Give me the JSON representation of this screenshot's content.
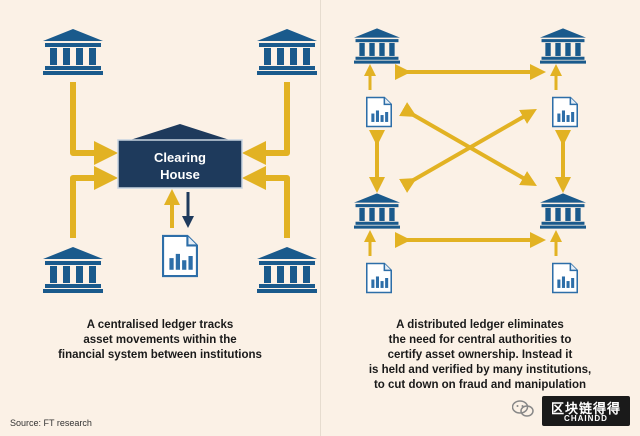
{
  "colors": {
    "background": "#fbf1e6",
    "bank": "#1a5a8c",
    "arrow": "#e2b223",
    "clearing_house": "#1e3a5c",
    "document": "#2d6ea8"
  },
  "left_diagram": {
    "center_label_line1": "Clearing",
    "center_label_line2": "House",
    "caption_lines": [
      "A centralised ledger tracks",
      "asset movements within the",
      "financial system between institutions"
    ]
  },
  "right_diagram": {
    "caption_lines": [
      "A distributed ledger eliminates",
      "the need for central authorities to",
      "certify asset ownership. Instead it",
      "is held and verified by many institutions,",
      "to cut down on fraud and manipulation"
    ]
  },
  "source": "Source: FT research",
  "watermark": {
    "cn": "区块链得得",
    "en": "CHAINDD"
  },
  "icons": {
    "bank": "bank-icon",
    "document": "document-chart-icon",
    "wechat": "wechat-icon"
  }
}
